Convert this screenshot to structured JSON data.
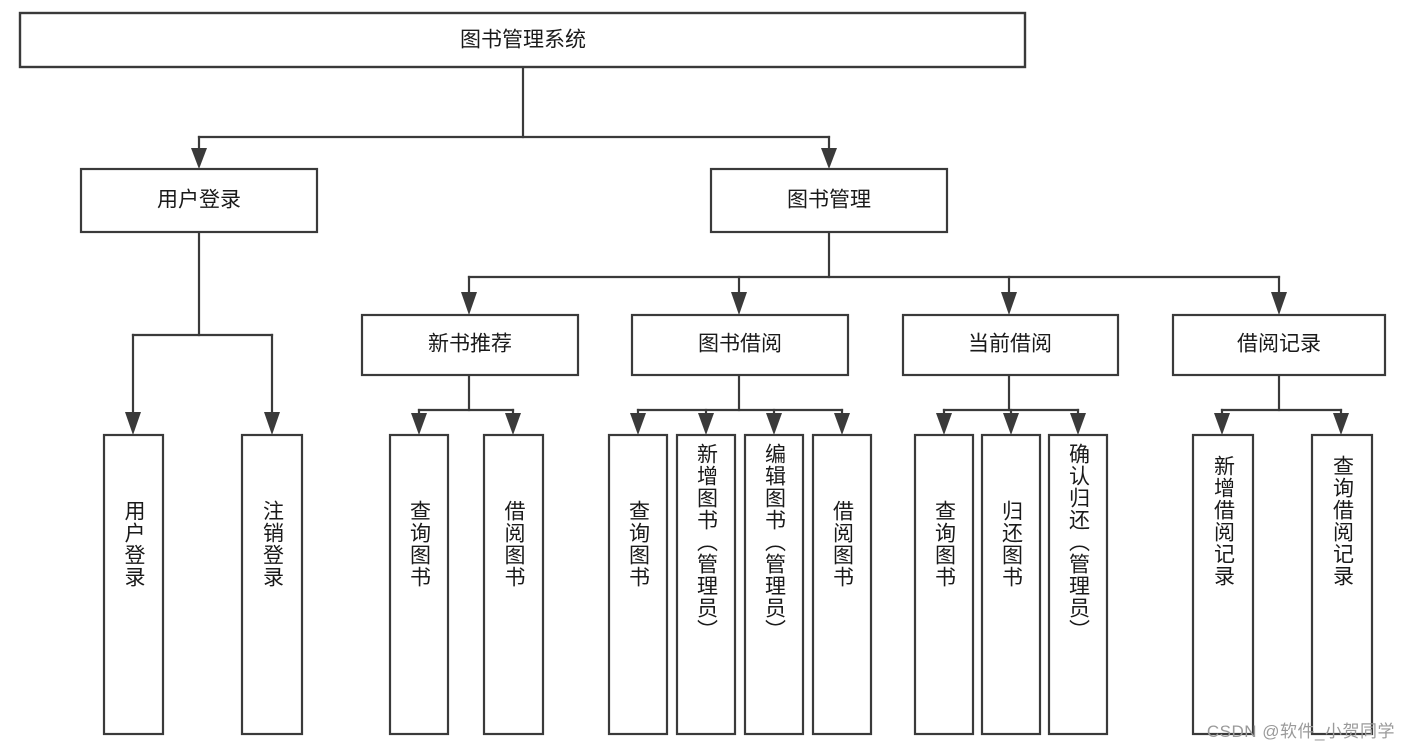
{
  "diagram": {
    "type": "tree-hierarchy",
    "title": "图书管理系统",
    "orientation": "top-down",
    "colors": {
      "box_fill": "#ffffff",
      "box_stroke": "#3a3a3a",
      "text": "#1a1a1a",
      "background": "#ffffff",
      "watermark": "#9a9a9a"
    },
    "root": {
      "label": "图书管理系统"
    },
    "level2": [
      {
        "label": "用户登录"
      },
      {
        "label": "图书管理"
      }
    ],
    "level3": [
      {
        "label": "新书推荐"
      },
      {
        "label": "图书借阅"
      },
      {
        "label": "当前借阅"
      },
      {
        "label": "借阅记录"
      }
    ],
    "leaves": {
      "user_login": [
        {
          "label": "用户登录"
        },
        {
          "label": "注销登录"
        }
      ],
      "new_book_recommend": [
        {
          "label": "查询图书"
        },
        {
          "label": "借阅图书"
        }
      ],
      "book_borrow": [
        {
          "label": "查询图书"
        },
        {
          "label": "新增图书（管理员）"
        },
        {
          "label": "编辑图书（管理员）"
        },
        {
          "label": "借阅图书"
        }
      ],
      "current_borrow": [
        {
          "label": "查询图书"
        },
        {
          "label": "归还图书"
        },
        {
          "label": "确认归还（管理员）"
        }
      ],
      "borrow_record": [
        {
          "label": "新增借阅记录"
        },
        {
          "label": "查询借阅记录"
        }
      ]
    },
    "watermark": "CSDN @软件_小贺同学"
  }
}
